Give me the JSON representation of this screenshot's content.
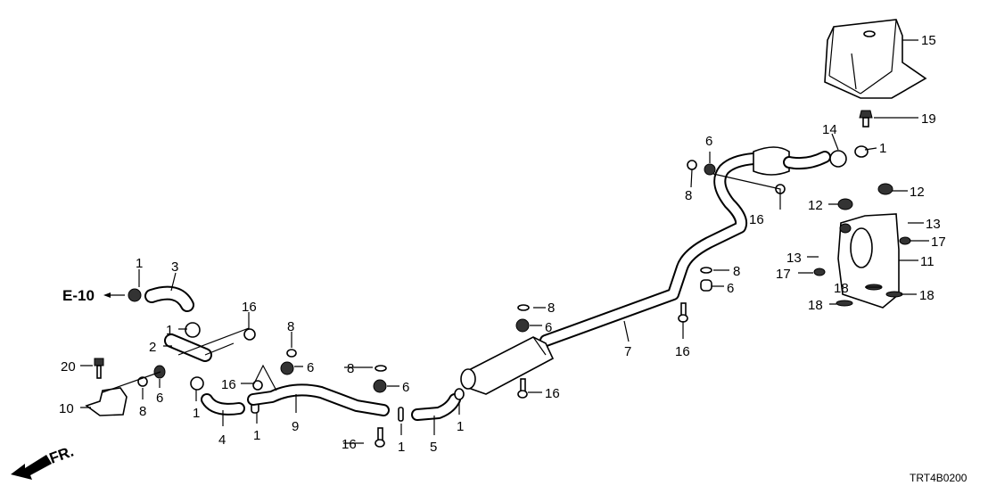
{
  "diagram": {
    "title": "Exhaust pipe / muffler parts diagram",
    "reference": "E-10",
    "direction": "FR.",
    "code": "TRT4B0200",
    "callouts": [
      "15",
      "19",
      "14",
      "1",
      "6",
      "8",
      "16",
      "12",
      "12",
      "13",
      "13",
      "17",
      "17",
      "11",
      "8",
      "6",
      "18",
      "18",
      "18",
      "16",
      "7",
      "8",
      "6",
      "16",
      "1",
      "5",
      "1",
      "8",
      "6",
      "16",
      "9",
      "8",
      "6",
      "16",
      "1",
      "4",
      "1",
      "16",
      "1",
      "2",
      "3",
      "1",
      "20",
      "6",
      "8",
      "10"
    ]
  }
}
